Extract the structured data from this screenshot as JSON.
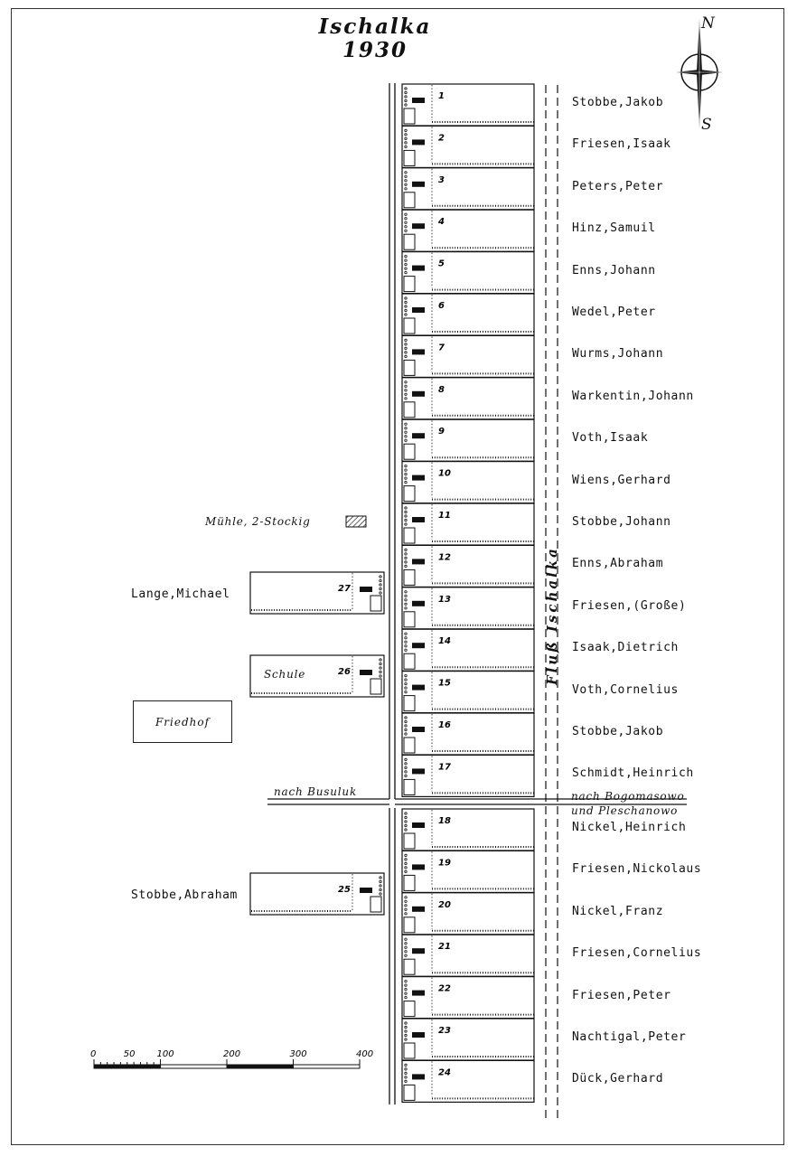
{
  "title_line1": "Ischalka",
  "title_line2": "1930",
  "compass": {
    "north": "N",
    "south": "S"
  },
  "mill_label": "Mühle, 2-Stockig",
  "cemetery_label": "Friedhof",
  "school_label": "Schule",
  "road_west_label": "nach Busuluk",
  "road_east_label_1": "nach Bogomasowo",
  "road_east_label_2": "und Pleschanowo",
  "river_label": "Fluß Ischalka",
  "scale": {
    "ticks": [
      "0",
      "50",
      "100",
      "200",
      "300",
      "400"
    ]
  },
  "east_lots": [
    {
      "num": "1",
      "owner": "Stobbe,Jakob"
    },
    {
      "num": "2",
      "owner": "Friesen,Isaak"
    },
    {
      "num": "3",
      "owner": "Peters,Peter"
    },
    {
      "num": "4",
      "owner": "Hinz,Samuil"
    },
    {
      "num": "5",
      "owner": "Enns,Johann"
    },
    {
      "num": "6",
      "owner": "Wedel,Peter"
    },
    {
      "num": "7",
      "owner": "Wurms,Johann"
    },
    {
      "num": "8",
      "owner": "Warkentin,Johann"
    },
    {
      "num": "9",
      "owner": "Voth,Isaak"
    },
    {
      "num": "10",
      "owner": "Wiens,Gerhard"
    },
    {
      "num": "11",
      "owner": "Stobbe,Johann"
    },
    {
      "num": "12",
      "owner": "Enns,Abraham"
    },
    {
      "num": "13",
      "owner": "Friesen,(Große)"
    },
    {
      "num": "14",
      "owner": "Isaak,Dietrich"
    },
    {
      "num": "15",
      "owner": "Voth,Cornelius"
    },
    {
      "num": "16",
      "owner": "Stobbe,Jakob"
    },
    {
      "num": "17",
      "owner": "Schmidt,Heinrich"
    },
    {
      "num": "18",
      "owner": "Nickel,Heinrich"
    },
    {
      "num": "19",
      "owner": "Friesen,Nickolaus"
    },
    {
      "num": "20",
      "owner": "Nickel,Franz"
    },
    {
      "num": "21",
      "owner": "Friesen,Cornelius"
    },
    {
      "num": "22",
      "owner": "Friesen,Peter"
    },
    {
      "num": "23",
      "owner": "Nachtigal,Peter"
    },
    {
      "num": "24",
      "owner": "Dück,Gerhard"
    }
  ],
  "west_lots": [
    {
      "num": "27",
      "owner": "Lange,Michael"
    },
    {
      "num": "26",
      "owner": ""
    },
    {
      "num": "25",
      "owner": "Stobbe,Abraham"
    }
  ]
}
